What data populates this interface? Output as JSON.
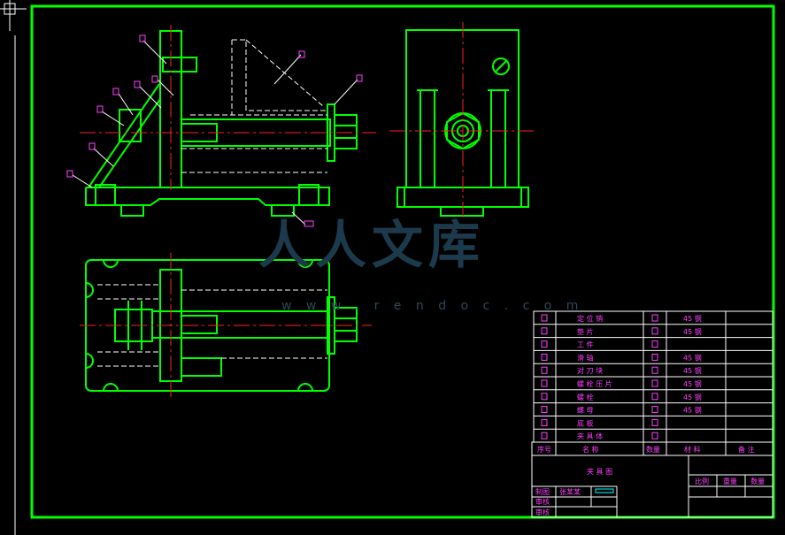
{
  "watermark": {
    "logo": "人人文库",
    "url": "w w w . r e n d o c . c o m"
  },
  "bom_rows": [
    {
      "name": "定 位 销",
      "material": "45 钢"
    },
    {
      "name": "垫    片",
      "material": "45 钢"
    },
    {
      "name": "工    件",
      "material": ""
    },
    {
      "name": "滑    轴",
      "material": "45 钢"
    },
    {
      "name": "对 刀 块",
      "material": "45 钢"
    },
    {
      "name": "螺 栓 压 片",
      "material": "45 钢"
    },
    {
      "name": "螺    栓",
      "material": "45 钢"
    },
    {
      "name": "螺    母",
      "material": "45 钢"
    },
    {
      "name": "底    板",
      "material": ""
    },
    {
      "name": "夹 具 体",
      "material": ""
    }
  ],
  "bom_header": {
    "seq": "序号",
    "name": "名   称",
    "qty": "数量",
    "material": "材  料",
    "remark": "备  注"
  },
  "title_block": {
    "title": "夹 具 图",
    "scale": "比例",
    "weight": "重量",
    "count": "数量",
    "designer_label": "制图",
    "designer_name": "张某某",
    "check_label": "审核",
    "approve_label": "审核"
  },
  "colors": {
    "line": "#00ff00",
    "centerline": "#ff2020",
    "text": "#ff40ff",
    "watermark": "#1c3a4c",
    "background": "#000000"
  }
}
